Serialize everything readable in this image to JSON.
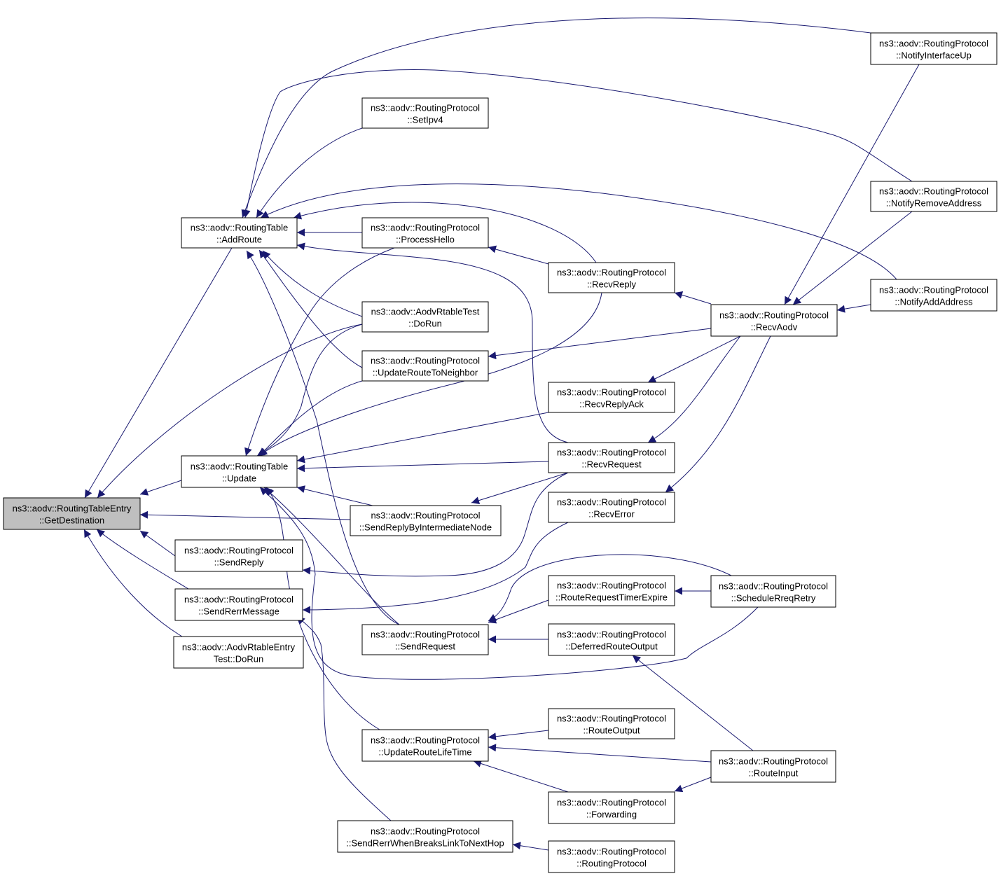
{
  "graph": {
    "title": "",
    "edge_color": "#191970",
    "root_fill": "#bfbfbf",
    "nodes": [
      {
        "id": "getdest",
        "lines": [
          "ns3::aodv::RoutingTableEntry",
          "::GetDestination"
        ],
        "root": true
      },
      {
        "id": "addroute",
        "lines": [
          "ns3::aodv::RoutingTable",
          "::AddRoute"
        ]
      },
      {
        "id": "update",
        "lines": [
          "ns3::aodv::RoutingTable",
          "::Update"
        ]
      },
      {
        "id": "sendreply",
        "lines": [
          "ns3::aodv::RoutingProtocol",
          "::SendReply"
        ]
      },
      {
        "id": "sendrerrmsg",
        "lines": [
          "ns3::aodv::RoutingProtocol",
          "::SendRerrMessage"
        ]
      },
      {
        "id": "entrytest",
        "lines": [
          "ns3::aodv::AodvRtableEntry",
          "Test::DoRun"
        ]
      },
      {
        "id": "setipv4",
        "lines": [
          "ns3::aodv::RoutingProtocol",
          "::SetIpv4"
        ]
      },
      {
        "id": "processhello",
        "lines": [
          "ns3::aodv::RoutingProtocol",
          "::ProcessHello"
        ]
      },
      {
        "id": "rtabletest",
        "lines": [
          "ns3::aodv::AodvRtableTest",
          "::DoRun"
        ]
      },
      {
        "id": "urtn",
        "lines": [
          "ns3::aodv::RoutingProtocol",
          "::UpdateRouteToNeighbor"
        ]
      },
      {
        "id": "srbin",
        "lines": [
          "ns3::aodv::RoutingProtocol",
          "::SendReplyByIntermediateNode"
        ]
      },
      {
        "id": "sendrequest",
        "lines": [
          "ns3::aodv::RoutingProtocol",
          "::SendRequest"
        ]
      },
      {
        "id": "urlt",
        "lines": [
          "ns3::aodv::RoutingProtocol",
          "::UpdateRouteLifeTime"
        ]
      },
      {
        "id": "srwbl",
        "lines": [
          "ns3::aodv::RoutingProtocol",
          "::SendRerrWhenBreaksLinkToNextHop"
        ]
      },
      {
        "id": "recvreply",
        "lines": [
          "ns3::aodv::RoutingProtocol",
          "::RecvReply"
        ]
      },
      {
        "id": "recvreplyack",
        "lines": [
          "ns3::aodv::RoutingProtocol",
          "::RecvReplyAck"
        ]
      },
      {
        "id": "recvrequest",
        "lines": [
          "ns3::aodv::RoutingProtocol",
          "::RecvRequest"
        ]
      },
      {
        "id": "recverror",
        "lines": [
          "ns3::aodv::RoutingProtocol",
          "::RecvError"
        ]
      },
      {
        "id": "rrte",
        "lines": [
          "ns3::aodv::RoutingProtocol",
          "::RouteRequestTimerExpire"
        ]
      },
      {
        "id": "dro",
        "lines": [
          "ns3::aodv::RoutingProtocol",
          "::DeferredRouteOutput"
        ]
      },
      {
        "id": "routeoutput",
        "lines": [
          "ns3::aodv::RoutingProtocol",
          "::RouteOutput"
        ]
      },
      {
        "id": "forwarding",
        "lines": [
          "ns3::aodv::RoutingProtocol",
          "::Forwarding"
        ]
      },
      {
        "id": "routingprotocol",
        "lines": [
          "ns3::aodv::RoutingProtocol",
          "::RoutingProtocol"
        ]
      },
      {
        "id": "recvaodv",
        "lines": [
          "ns3::aodv::RoutingProtocol",
          "::RecvAodv"
        ]
      },
      {
        "id": "schedrreq",
        "lines": [
          "ns3::aodv::RoutingProtocol",
          "::ScheduleRreqRetry"
        ]
      },
      {
        "id": "routeinput",
        "lines": [
          "ns3::aodv::RoutingProtocol",
          "::RouteInput"
        ]
      },
      {
        "id": "notifyup",
        "lines": [
          "ns3::aodv::RoutingProtocol",
          "::NotifyInterfaceUp"
        ]
      },
      {
        "id": "notifyremove",
        "lines": [
          "ns3::aodv::RoutingProtocol",
          "::NotifyRemoveAddress"
        ]
      },
      {
        "id": "notifyadd",
        "lines": [
          "ns3::aodv::RoutingProtocol",
          "::NotifyAddAddress"
        ]
      }
    ],
    "edges": [
      {
        "from": "addroute",
        "to": "getdest"
      },
      {
        "from": "rtabletest",
        "to": "getdest"
      },
      {
        "from": "update",
        "to": "getdest"
      },
      {
        "from": "srbin",
        "to": "getdest"
      },
      {
        "from": "sendreply",
        "to": "getdest"
      },
      {
        "from": "sendrerrmsg",
        "to": "getdest"
      },
      {
        "from": "entrytest",
        "to": "getdest"
      },
      {
        "from": "notifyup",
        "to": "addroute"
      },
      {
        "from": "notifyremove",
        "to": "addroute"
      },
      {
        "from": "setipv4",
        "to": "addroute"
      },
      {
        "from": "notifyadd",
        "to": "addroute"
      },
      {
        "from": "recvreply",
        "to": "addroute"
      },
      {
        "from": "processhello",
        "to": "addroute"
      },
      {
        "from": "recvrequest",
        "to": "addroute"
      },
      {
        "from": "rtabletest",
        "to": "addroute"
      },
      {
        "from": "urtn",
        "to": "addroute"
      },
      {
        "from": "sendrequest",
        "to": "addroute"
      },
      {
        "from": "processhello",
        "to": "update"
      },
      {
        "from": "rtabletest",
        "to": "update"
      },
      {
        "from": "urtn",
        "to": "update"
      },
      {
        "from": "recvreply",
        "to": "update"
      },
      {
        "from": "recvreplyack",
        "to": "update"
      },
      {
        "from": "recvrequest",
        "to": "update"
      },
      {
        "from": "srbin",
        "to": "update"
      },
      {
        "from": "sendrequest",
        "to": "update"
      },
      {
        "from": "urlt",
        "to": "update"
      },
      {
        "from": "schedrreq",
        "to": "update"
      },
      {
        "from": "recvrequest",
        "to": "sendreply"
      },
      {
        "from": "recverror",
        "to": "sendrerrmsg"
      },
      {
        "from": "srwbl",
        "to": "sendrerrmsg"
      },
      {
        "from": "recvaodv",
        "to": "urtn"
      },
      {
        "from": "recvrequest",
        "to": "srbin"
      },
      {
        "from": "rrte",
        "to": "sendrequest"
      },
      {
        "from": "dro",
        "to": "sendrequest"
      },
      {
        "from": "schedrreq",
        "to": "sendrequest"
      },
      {
        "from": "routeoutput",
        "to": "urlt"
      },
      {
        "from": "routeinput",
        "to": "urlt"
      },
      {
        "from": "forwarding",
        "to": "urlt"
      },
      {
        "from": "routingprotocol",
        "to": "srwbl"
      },
      {
        "from": "recvreply",
        "to": "processhello"
      },
      {
        "from": "recvaodv",
        "to": "recvreply"
      },
      {
        "from": "recvaodv",
        "to": "recvreplyack"
      },
      {
        "from": "recvaodv",
        "to": "recvrequest"
      },
      {
        "from": "recvaodv",
        "to": "recverror"
      },
      {
        "from": "schedrreq",
        "to": "rrte"
      },
      {
        "from": "routeinput",
        "to": "dro"
      },
      {
        "from": "routeinput",
        "to": "forwarding"
      },
      {
        "from": "notifyup",
        "to": "recvaodv"
      },
      {
        "from": "notifyremove",
        "to": "recvaodv"
      },
      {
        "from": "notifyadd",
        "to": "recvaodv"
      }
    ]
  }
}
